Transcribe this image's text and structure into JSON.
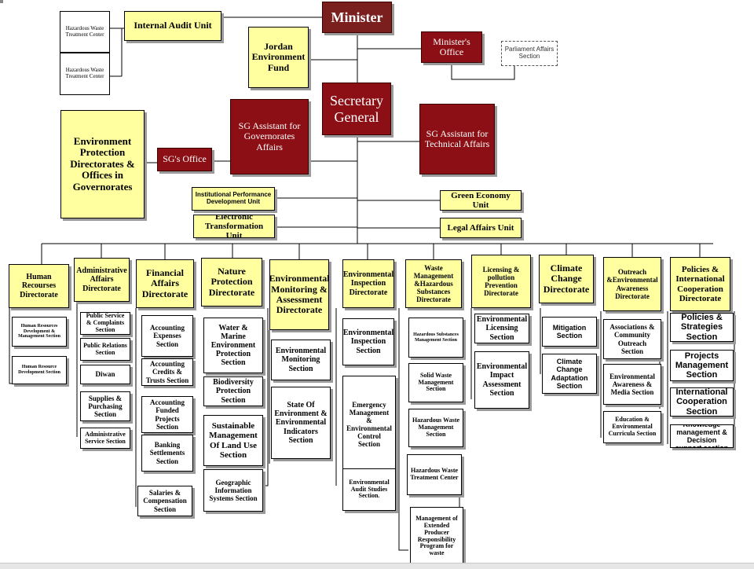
{
  "minister": "Minister",
  "ministers_office": "Minister's Office",
  "parliament": "Parliament Affairs Section",
  "internal_audit": "Internal Audit Unit",
  "hw1": "Hazardous Waste Treatment Center",
  "hw2": "Hazardous Waste Treatment Center",
  "jordan_fund": "Jordan Environment Fund",
  "secretary_general": "Secretary General",
  "sg_gov": "SG Assistant for Governorates Affairs",
  "sg_tech": "SG Assistant for Technical Affairs",
  "sg_office": "SG's Office",
  "env_prot_dir": "Environment Protection Directorates & Offices in Governorates",
  "inst_perf": "Institutional Performance Development Unit",
  "elec_trans": "Electronic Transformation Unit",
  "green_econ": "Green Economy Unit",
  "legal": "Legal Affairs Unit",
  "directorates": [
    {
      "title": "Human Recourses Directorate",
      "sections": [
        "Human Resources Development & Management Section",
        "Human Resource Development Section"
      ]
    },
    {
      "title": "Administrative Affairs Directorate",
      "sections": [
        "Public Service & Complaints Section",
        "Public Relations Section",
        "Diwan",
        "Supplies & Purchasing Section",
        "Administrative Service Section"
      ]
    },
    {
      "title": "Financial Affairs Directorate",
      "sections": [
        "Accounting Expenses Section",
        "Accounting Credits & Trusts Section",
        "Accounting Funded Projects Section",
        "Banking Settlements Section",
        "Salaries & Compensation Section"
      ]
    },
    {
      "title": "Nature Protection Directorate",
      "sections": [
        "Water & Marine Environment Protection Section",
        "Biodiversity Protection Section",
        "Sustainable Management Of Land Use Section",
        "Geographic Information Systems Section"
      ]
    },
    {
      "title": "Environmental Monitoring & Assessment Directorate",
      "sections": [
        "Environmental Monitoring Section",
        "State Of Environment & Environmental Indicators Section"
      ]
    },
    {
      "title": "Environmental Inspection Directorate",
      "sections": [
        "Environmental Inspection Section",
        "Emergency Management & Environmental Control Section",
        "Environmental Audit Studies Section."
      ]
    },
    {
      "title": "Waste Management &Hazardous Substances Directorate",
      "sections": [
        "Hazardous Substances Management Section",
        "Solid Waste Management Section",
        "Hazardous Waste Management Section",
        "Hazardous Waste Treatment Center",
        "Management of Extended Producer Responsibility Program for waste"
      ]
    },
    {
      "title": "Licensing & pollution Prevention Directorate",
      "sections": [
        "Environmental Licensing Section",
        "Environmental Impact Assessment Section"
      ]
    },
    {
      "title": "Climate Change Directorate",
      "sections": [
        "Mitigation Section",
        "Climate Change Adaptation Section"
      ]
    },
    {
      "title": "Outreach &Environmental Awareness Directorate",
      "sections": [
        "Associations & Community Outreach Section",
        "Environmental Awareness & Media Section",
        "Education & Environmental Curricula Section"
      ]
    },
    {
      "title": "Policies & International Cooperation Directorate",
      "sections": [
        "Policies & Strategies Section",
        "Projects Management Section",
        "International Cooperation Section",
        "Knowledge management & Decision support section"
      ]
    }
  ]
}
